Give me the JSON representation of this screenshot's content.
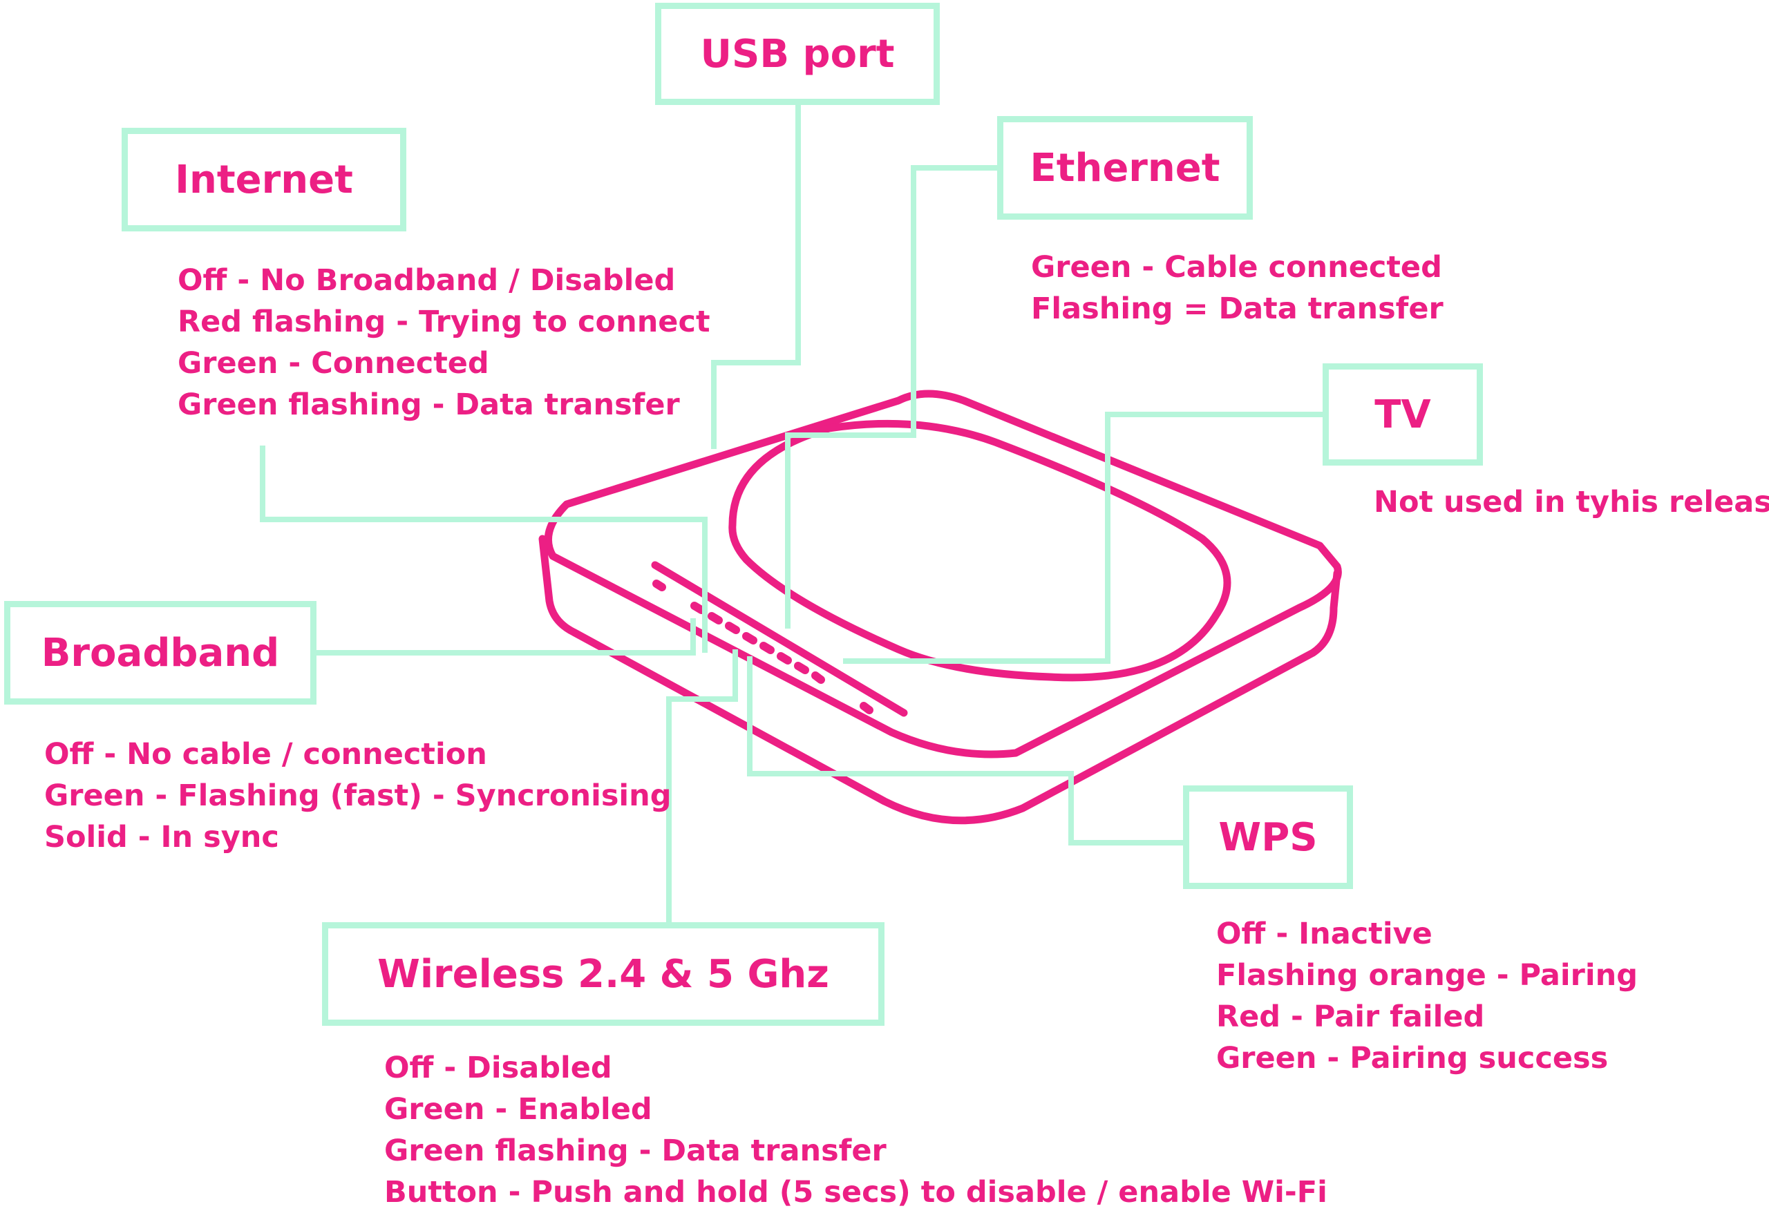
{
  "colors": {
    "accent": "#ec1f84",
    "connector": "#b6f5da",
    "background": "#ffffff"
  },
  "labels": {
    "usb": {
      "title": "USB port"
    },
    "internet": {
      "title": "Internet",
      "lines": [
        "Off - No Broadband / Disabled",
        "Red flashing - Trying to connect",
        "Green - Connected",
        "Green flashing - Data transfer"
      ]
    },
    "ethernet": {
      "title": "Ethernet",
      "lines": [
        "Green - Cable connected",
        "Flashing = Data transfer"
      ]
    },
    "tv": {
      "title": "TV",
      "lines": [
        "Not used in tyhis release"
      ]
    },
    "broadband": {
      "title": "Broadband",
      "lines": [
        "Off - No cable / connection",
        "Green - Flashing (fast) - Syncronising",
        "Solid - In sync"
      ]
    },
    "wps": {
      "title": "WPS",
      "lines": [
        "Off - Inactive",
        "Flashing orange - Pairing",
        "Red - Pair failed",
        "Green - Pairing success"
      ]
    },
    "wireless": {
      "title": "Wireless 2.4 & 5 Ghz",
      "lines": [
        "Off - Disabled",
        "Green - Enabled",
        "Green flashing - Data transfer",
        "Button - Push and hold (5 secs) to disable / enable Wi-Fi"
      ]
    }
  }
}
